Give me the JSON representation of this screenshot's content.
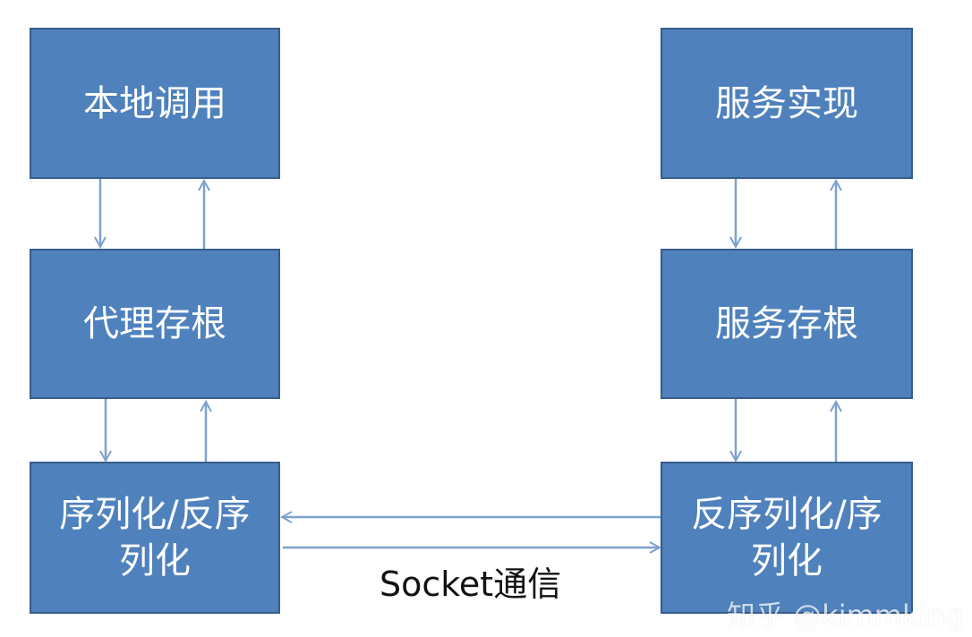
{
  "nodes": {
    "local_call": "本地调用",
    "proxy_stub": "代理存根",
    "serialize_left_line1": "序列化/反序",
    "serialize_left_line2": "列化",
    "service_impl": "服务实现",
    "service_stub": "服务存根",
    "serialize_right_line1": "反序列化/序",
    "serialize_right_line2": "列化"
  },
  "edges": {
    "socket_label": "Socket通信"
  },
  "watermark": "知乎 @kimmking",
  "colors": {
    "box_fill": "#4f81bd",
    "box_border": "#385d8a",
    "arrow": "#7ea1cf"
  }
}
